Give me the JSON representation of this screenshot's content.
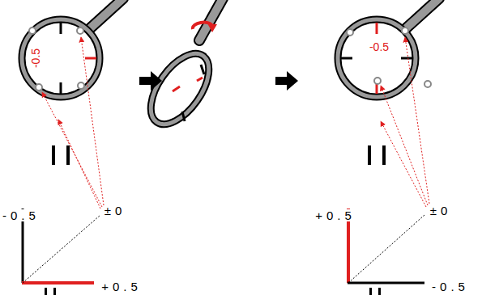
{
  "diagram": {
    "labels": [
      "-0.5",
      "-0.5",
      "-0.5",
      "±0",
      "+0.5",
      "+0.5",
      "±0",
      "-0.5"
    ]
  }
}
